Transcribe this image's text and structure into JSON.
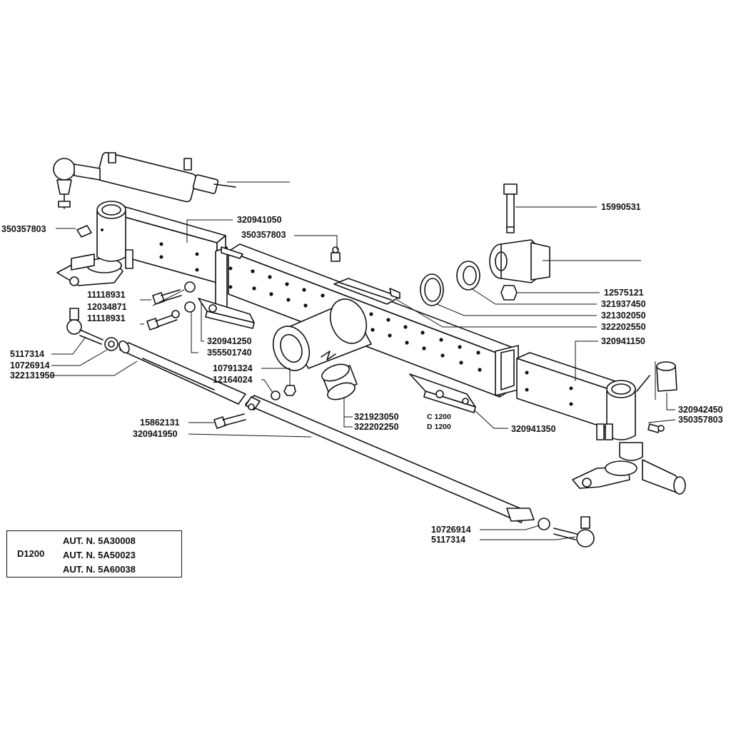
{
  "labels": {
    "cyl_fitting": "350357803",
    "axle_left": "320941050",
    "grease_center": "350357803",
    "bolt_long": "15990531",
    "nut_12575121": "12575121",
    "seal_321937450": "321937450",
    "ring_321302050": "321302050",
    "bush_322202550": "322202550",
    "axle_right": "320941150",
    "bolt_11118931_a": "11118931",
    "washer_12034871": "12034871",
    "bolt_11118931_b": "11118931",
    "bracket_320941250": "320941250",
    "washer_355501740": "355501740",
    "tie_end_left": "5117314",
    "nut_left": "10726914",
    "rod_left": "322131950",
    "nut_10791324": "10791324",
    "washer_12164024": "12164024",
    "bush_321923050": "321923050",
    "bush_322202250": "322202250",
    "variant_c": "C 1200",
    "variant_d": "D 1200",
    "bracket_320941350": "320941350",
    "bush_320942450": "320942450",
    "fitting_right": "350357803",
    "bolt_15862131": "15862131",
    "rod_320941950": "320941950",
    "nut_right": "10726914",
    "tie_end_right": "5117314"
  },
  "variant_box": {
    "model": "D1200",
    "aut": [
      "AUT. N. 5A30008",
      "AUT. N. 5A50023",
      "AUT. N. 5A60038"
    ]
  }
}
